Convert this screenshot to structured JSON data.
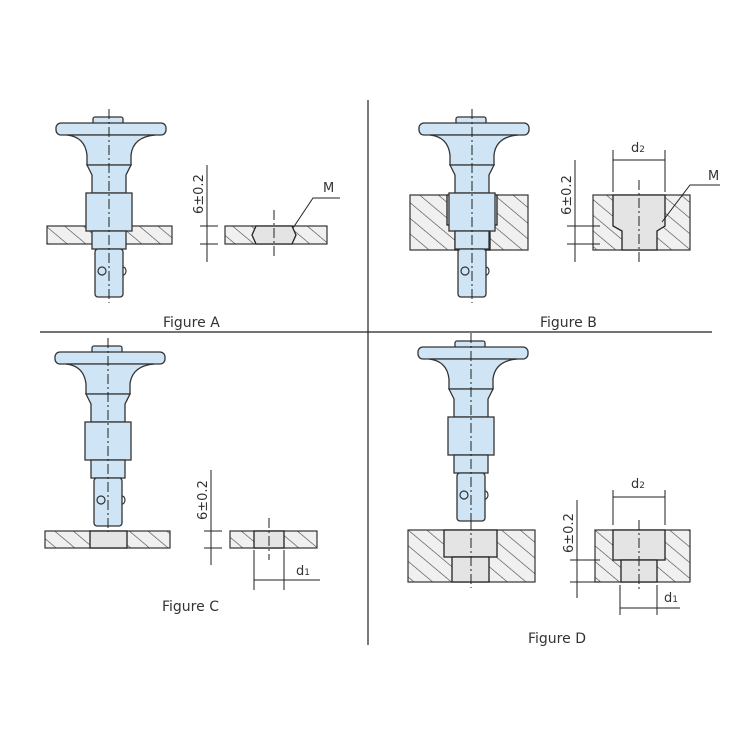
{
  "figures": [
    {
      "label": "Figure A",
      "tolerance": "6±0.2",
      "callout": "M"
    },
    {
      "label": "Figure B",
      "tolerance": "6±0.2",
      "callout": "M",
      "dim_top": "d",
      "dim_top_sub": "2"
    },
    {
      "label": "Figure C",
      "tolerance": "6±0.2",
      "dim_bottom": "d",
      "dim_bottom_sub": "1"
    },
    {
      "label": "Figure D",
      "tolerance": "6±0.2",
      "dim_top": "d",
      "dim_top_sub": "2",
      "dim_bottom": "d",
      "dim_bottom_sub": "1"
    }
  ],
  "colors": {
    "plunger": "#cfe5f5",
    "hole": "#e4e4e4",
    "line": "#333333"
  }
}
